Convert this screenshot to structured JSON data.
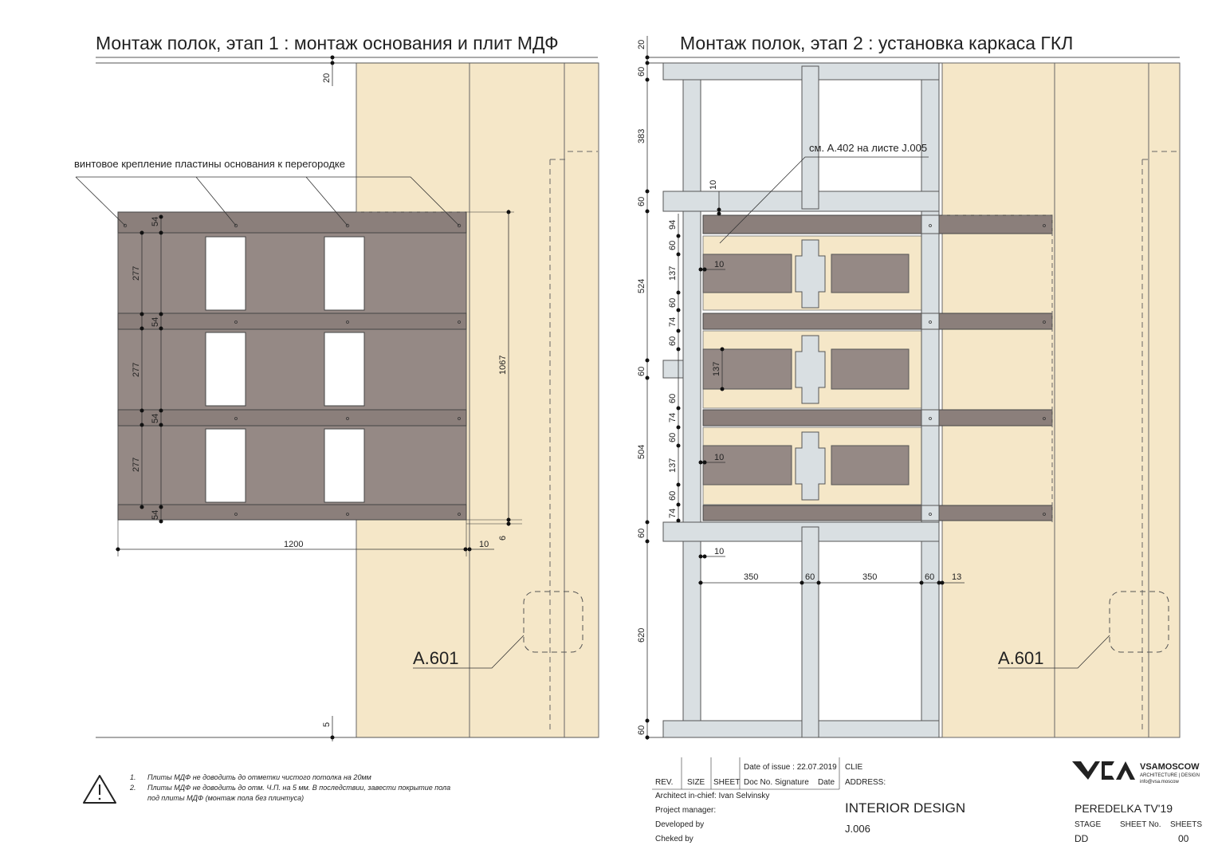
{
  "left": {
    "title": "Монтаж полок, этап 1 : монтаж основания и плит МДФ",
    "annotation": "винтовое крепление пластины основания к перегородке",
    "callout": "A.601",
    "dims": {
      "top": "20",
      "bottom": "5",
      "rail": "54",
      "gap": "277",
      "height": "1067",
      "small": "6",
      "width": "1200",
      "offset": "10"
    }
  },
  "right": {
    "title": "Монтаж полок, этап 2 : установка каркаса ГКЛ",
    "annotation": "см. A.402 на листе J.005",
    "callout": "A.601",
    "dims": {
      "d20": "20",
      "d60": "60",
      "d383": "383",
      "d524": "524",
      "d504": "504",
      "d620": "620",
      "d94": "94",
      "d137": "137",
      "d74": "74",
      "d10": "10",
      "d350": "350",
      "d13": "13"
    }
  },
  "notes": {
    "n1_num": "1.",
    "n1": "Плиты МДФ не доводить до отметки чистого потолка на 20мм",
    "n2_num": "2.",
    "n2a": "Плиты МДФ не доводить до отм. Ч.П. на 5 мм. В последствии, завести покрытие пола",
    "n2b": "под плиты МДФ (монтаж пола без плинтуса)"
  },
  "titleblock": {
    "date_label": "Date of issue : 22.07.2019",
    "clie": "CLIE",
    "rev": "REV.",
    "size": "SIZE",
    "sheet": "SHEET",
    "docno": "Doc No.",
    "signature": "Signature",
    "date": "Date",
    "address": "ADDRESS:",
    "architect": "Architect in-chief: Ivan Selvinsky",
    "pm": "Project manager:",
    "developed": "Developed by",
    "checked": "Cheked by",
    "project_type": "INTERIOR DESIGN",
    "sheet_code": "J.006",
    "brand": "VSAMOSCOW",
    "brand_sub": "ARCHITECTURE | DESIGN",
    "brand_mail": "info@vsa.moscow",
    "project_name": "PEREDELKA TV'19",
    "stage_label": "STAGE",
    "sheetno_label": "SHEET No.",
    "sheets_label": "SHEETS",
    "stage_val": "DD",
    "sheets_val": "00"
  },
  "colors": {
    "mdf": "#f5e7c8",
    "base": "#958985",
    "frame": "#d9dfe2"
  }
}
